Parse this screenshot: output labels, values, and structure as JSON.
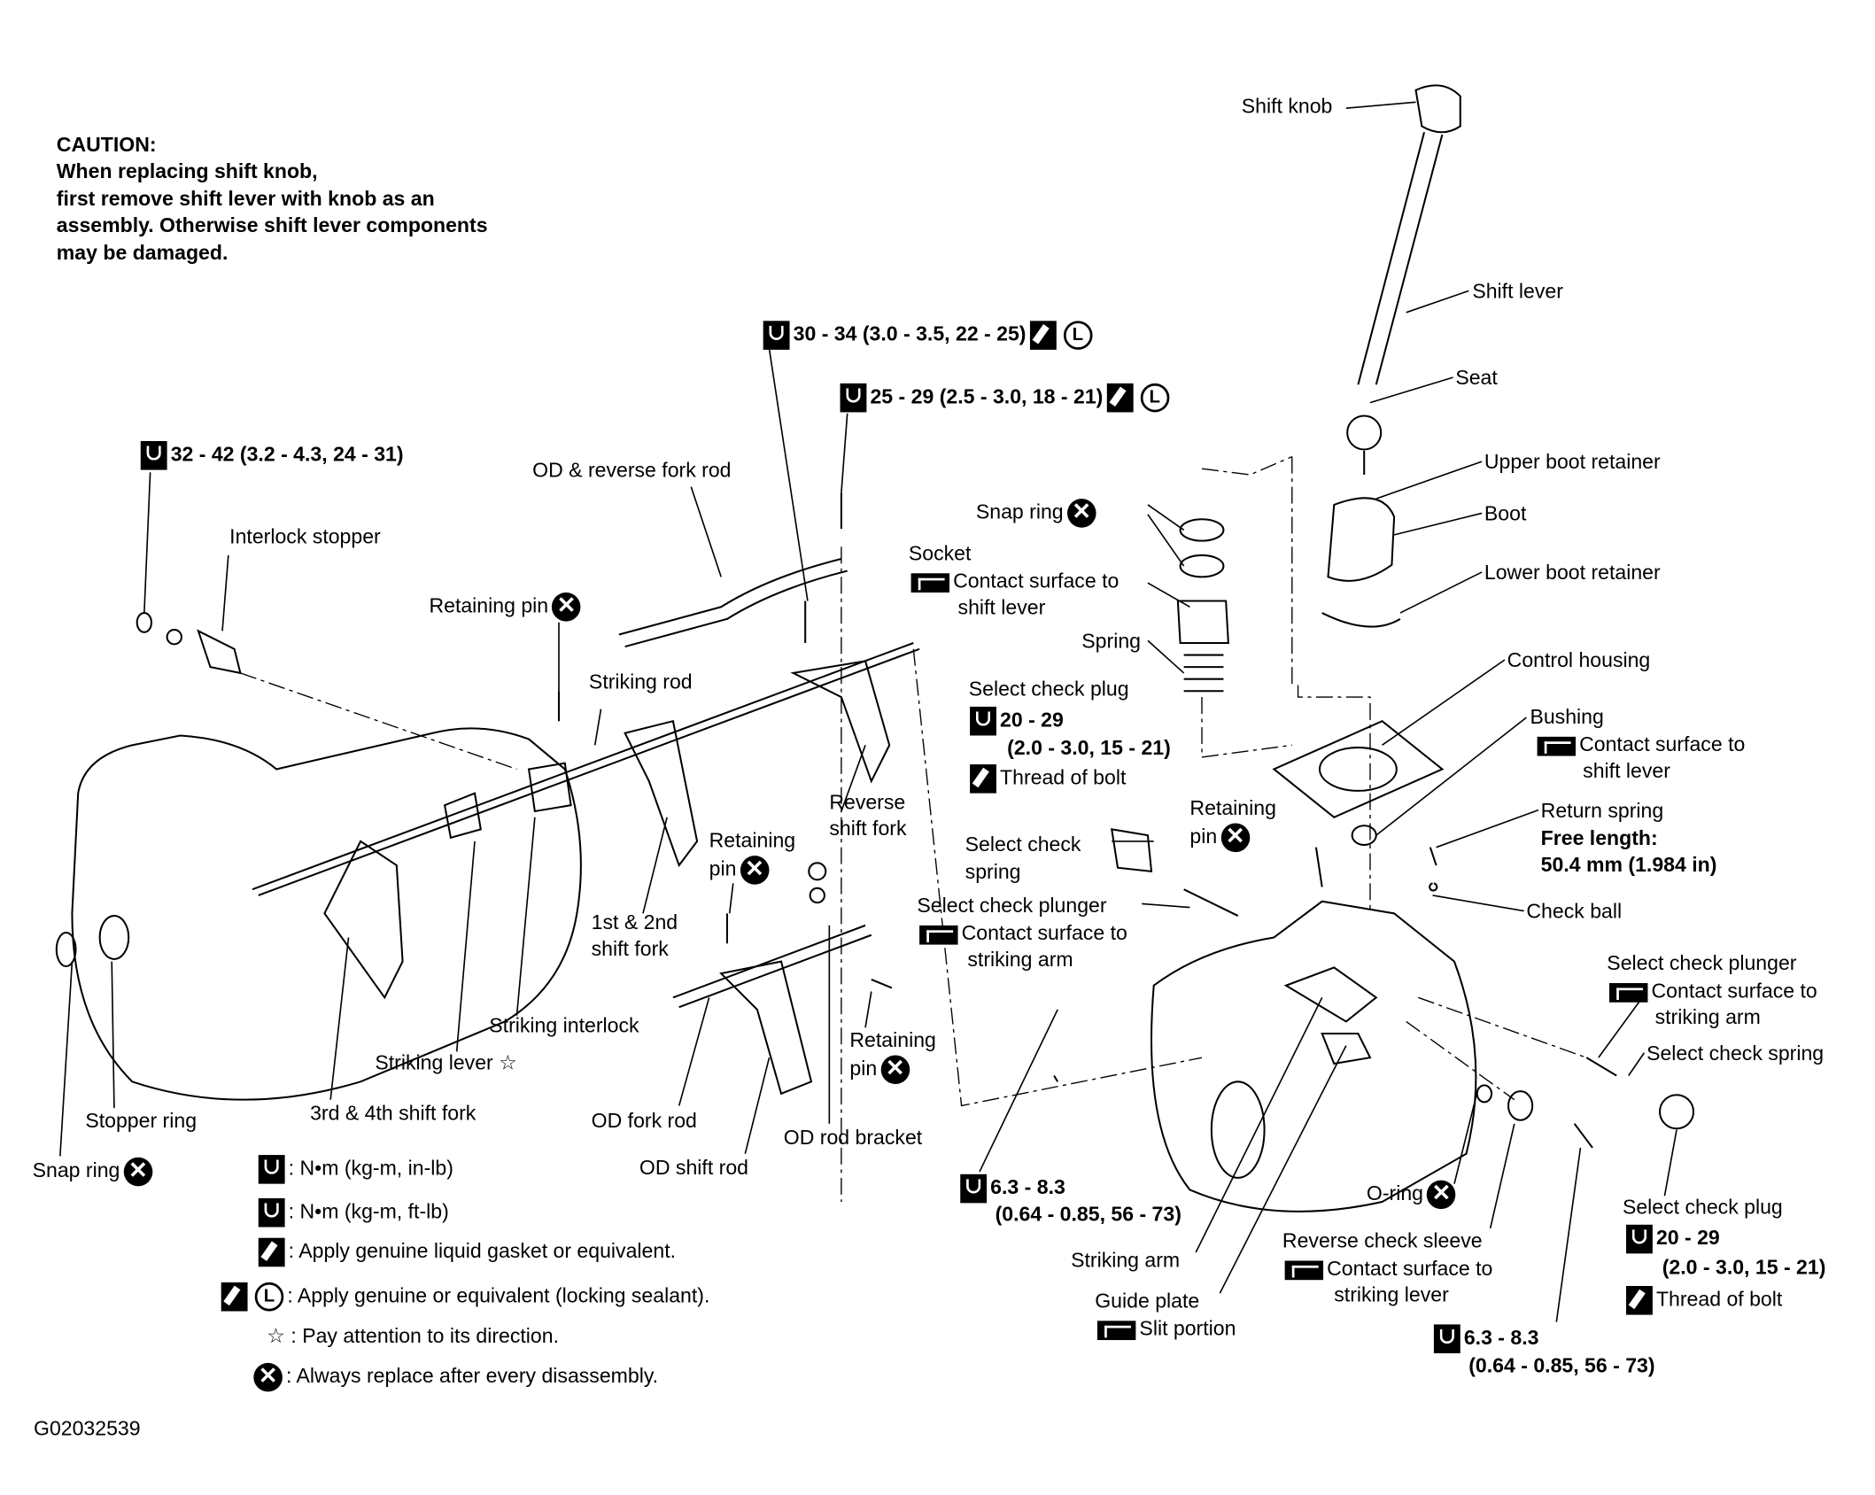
{
  "caution": {
    "title": "CAUTION:",
    "lines": [
      "When replacing shift knob,",
      "first remove shift lever with knob as an",
      "assembly. Otherwise shift lever components",
      "may be damaged."
    ]
  },
  "labels": {
    "shift_knob": "Shift knob",
    "shift_lever": "Shift lever",
    "seat": "Seat",
    "upper_boot_retainer": "Upper boot retainer",
    "boot": "Boot",
    "lower_boot_retainer": "Lower boot retainer",
    "control_housing": "Control housing",
    "bushing": "Bushing",
    "contact_surface_to": "Contact surface to",
    "shift_lever_lc": "shift lever",
    "return_spring": "Return spring",
    "free_length": "Free length:",
    "free_length_value": "50.4 mm (1.984 in)",
    "check_ball": "Check ball",
    "select_check_plunger": "Select check plunger",
    "striking_arm_lc": "striking arm",
    "select_check_spring": "Select check spring",
    "select_check": "Select check",
    "spring_lc": "spring",
    "select_check_plug": "Select check plug",
    "torque_20_29": "20 - 29",
    "torque_20_29_sub": "(2.0 - 3.0, 15 - 21)",
    "thread_of_bolt": "Thread of bolt",
    "o_ring": "O-ring",
    "reverse_check_sleeve": "Reverse check sleeve",
    "striking_lever_lc": "striking lever",
    "torque_63_83": "6.3 - 8.3",
    "torque_63_83_sub": "(0.64 - 0.85, 56 - 73)",
    "guide_plate": "Guide plate",
    "slit_portion": "Slit portion",
    "striking_arm": "Striking arm",
    "retaining": "Retaining",
    "pin": "pin",
    "retaining_pin": "Retaining pin",
    "spring": "Spring",
    "socket": "Socket",
    "snap_ring": "Snap ring",
    "torque_30_34": "30 - 34 (3.0 - 3.5, 22 - 25)",
    "torque_25_29": "25 - 29 (2.5 - 3.0, 18 - 21)",
    "torque_32_42": "32 - 42 (3.2 - 4.3, 24 - 31)",
    "od_reverse_fork_rod": "OD & reverse fork rod",
    "interlock_stopper": "Interlock stopper",
    "striking_rod": "Striking rod",
    "reverse": "Reverse",
    "shift_fork_lc": "shift fork",
    "first_second": "1st & 2nd",
    "striking_interlock": "Striking interlock",
    "striking_lever": "Striking lever",
    "third_fourth_shift_fork": "3rd & 4th shift fork",
    "stopper_ring": "Stopper ring",
    "od_fork_rod": "OD fork rod",
    "od_shift_rod": "OD shift rod",
    "od_rod_bracket": "OD rod bracket"
  },
  "legend": [
    {
      "icon": "torque-wrench-boxed-icon",
      "text": ": N•m (kg-m, in-lb)"
    },
    {
      "icon": "torque-wrench-icon",
      "text": ": N•m (kg-m, ft-lb)"
    },
    {
      "icon": "liquid-gasket-icon",
      "text": ": Apply genuine liquid gasket or equivalent."
    },
    {
      "icon": "locking-sealant-icon",
      "text": ": Apply genuine or equivalent (locking sealant)."
    },
    {
      "icon": "star-icon",
      "text": ": Pay attention to its direction."
    },
    {
      "icon": "replace-x-icon",
      "text": ": Always replace after every disassembly."
    }
  ],
  "symbols": {
    "x": "✕",
    "L": "L",
    "star": "☆"
  },
  "figure_id": "G02032539"
}
